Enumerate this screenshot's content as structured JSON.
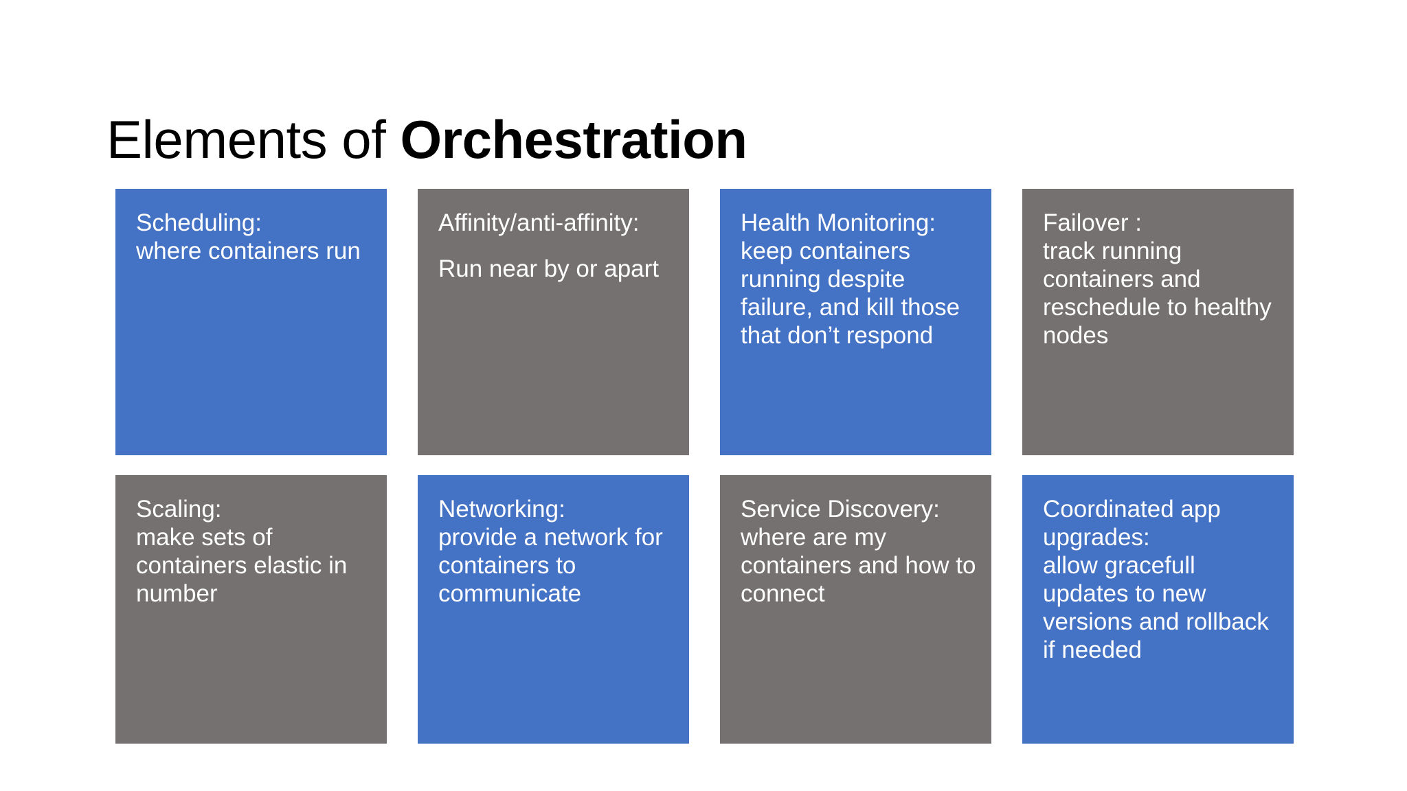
{
  "slide": {
    "background_color": "#FFFFFF",
    "title": {
      "light_part": "Elements of ",
      "bold_part": "Orchestration",
      "color": "#000000"
    },
    "palette": {
      "blue": "#4472C4",
      "gray": "#767171",
      "text_on_card": "#FFFFFF"
    },
    "cards": [
      {
        "id": "scheduling",
        "color": "blue",
        "heading": "Scheduling:",
        "body": "where containers run",
        "separate_paragraph": false
      },
      {
        "id": "affinity-anti-affinity",
        "color": "gray",
        "heading": "Affinity/anti-affinity:",
        "body": "Run near by or apart",
        "separate_paragraph": true
      },
      {
        "id": "health-monitoring",
        "color": "blue",
        "heading": "Health Monitoring:",
        "body": "keep containers running despite failure, and kill those that don’t respond",
        "separate_paragraph": false
      },
      {
        "id": "failover",
        "color": "gray",
        "heading": "Failover :",
        "body": "track running containers and reschedule to healthy nodes",
        "separate_paragraph": false
      },
      {
        "id": "scaling",
        "color": "gray",
        "heading": "Scaling:",
        "body": "make sets of containers elastic in number",
        "separate_paragraph": false
      },
      {
        "id": "networking",
        "color": "blue",
        "heading": "Networking:",
        "body": "provide a network for containers to communicate",
        "separate_paragraph": false
      },
      {
        "id": "service-discovery",
        "color": "gray",
        "heading": "Service Discovery:",
        "body": "where are my containers and how to connect",
        "separate_paragraph": false
      },
      {
        "id": "coordinated-app-upgrades",
        "color": "blue",
        "heading": "Coordinated app upgrades:",
        "body": "allow gracefull updates to new versions and rollback if needed",
        "separate_paragraph": false
      }
    ]
  }
}
